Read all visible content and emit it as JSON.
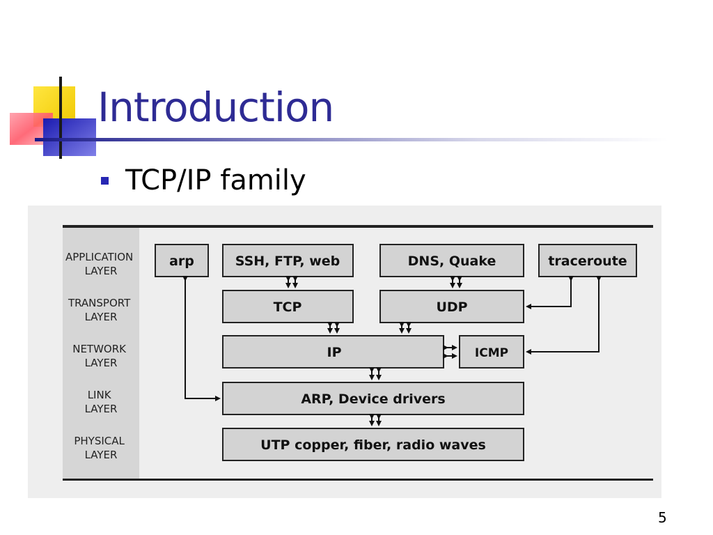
{
  "slide": {
    "title": "Introduction",
    "bullet": "TCP/IP family",
    "page_number": "5"
  },
  "diagram": {
    "layers": [
      [
        "APPLICATION",
        "LAYER"
      ],
      [
        "TRANSPORT",
        "LAYER"
      ],
      [
        "NETWORK",
        "LAYER"
      ],
      [
        "LINK",
        "LAYER"
      ],
      [
        "PHYSICAL",
        "LAYER"
      ]
    ],
    "nodes": {
      "arp": "arp",
      "ssh_ftp_web": "SSH, FTP, web",
      "dns_quake": "DNS, Quake",
      "traceroute": "traceroute",
      "tcp": "TCP",
      "udp": "UDP",
      "ip": "IP",
      "icmp": "ICMP",
      "arp_drivers": "ARP, Device drivers",
      "physical_media": "UTP copper, fiber, radio waves"
    }
  },
  "colors": {
    "title": "#2e2b94",
    "bullet": "#2727b3",
    "node_fill": "#d3d3d3",
    "layer_column": "#d6d6d6",
    "figure_bg": "#eeeeee",
    "logo_yellow": "#f5d200",
    "logo_red": "#ff5a6a",
    "logo_blue": "#2c2ccf"
  }
}
